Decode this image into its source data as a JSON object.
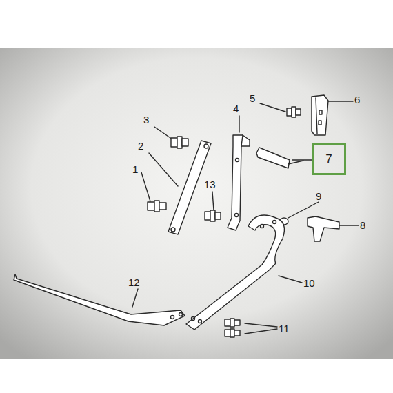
{
  "diagram": {
    "nodes": [
      {
        "text": [
          "7"
        ]
      }
    ],
    "labels": [
      "5",
      "6",
      "3",
      "4",
      "2",
      "9",
      "8",
      "1",
      "13",
      "12",
      "10",
      "11"
    ]
  }
}
